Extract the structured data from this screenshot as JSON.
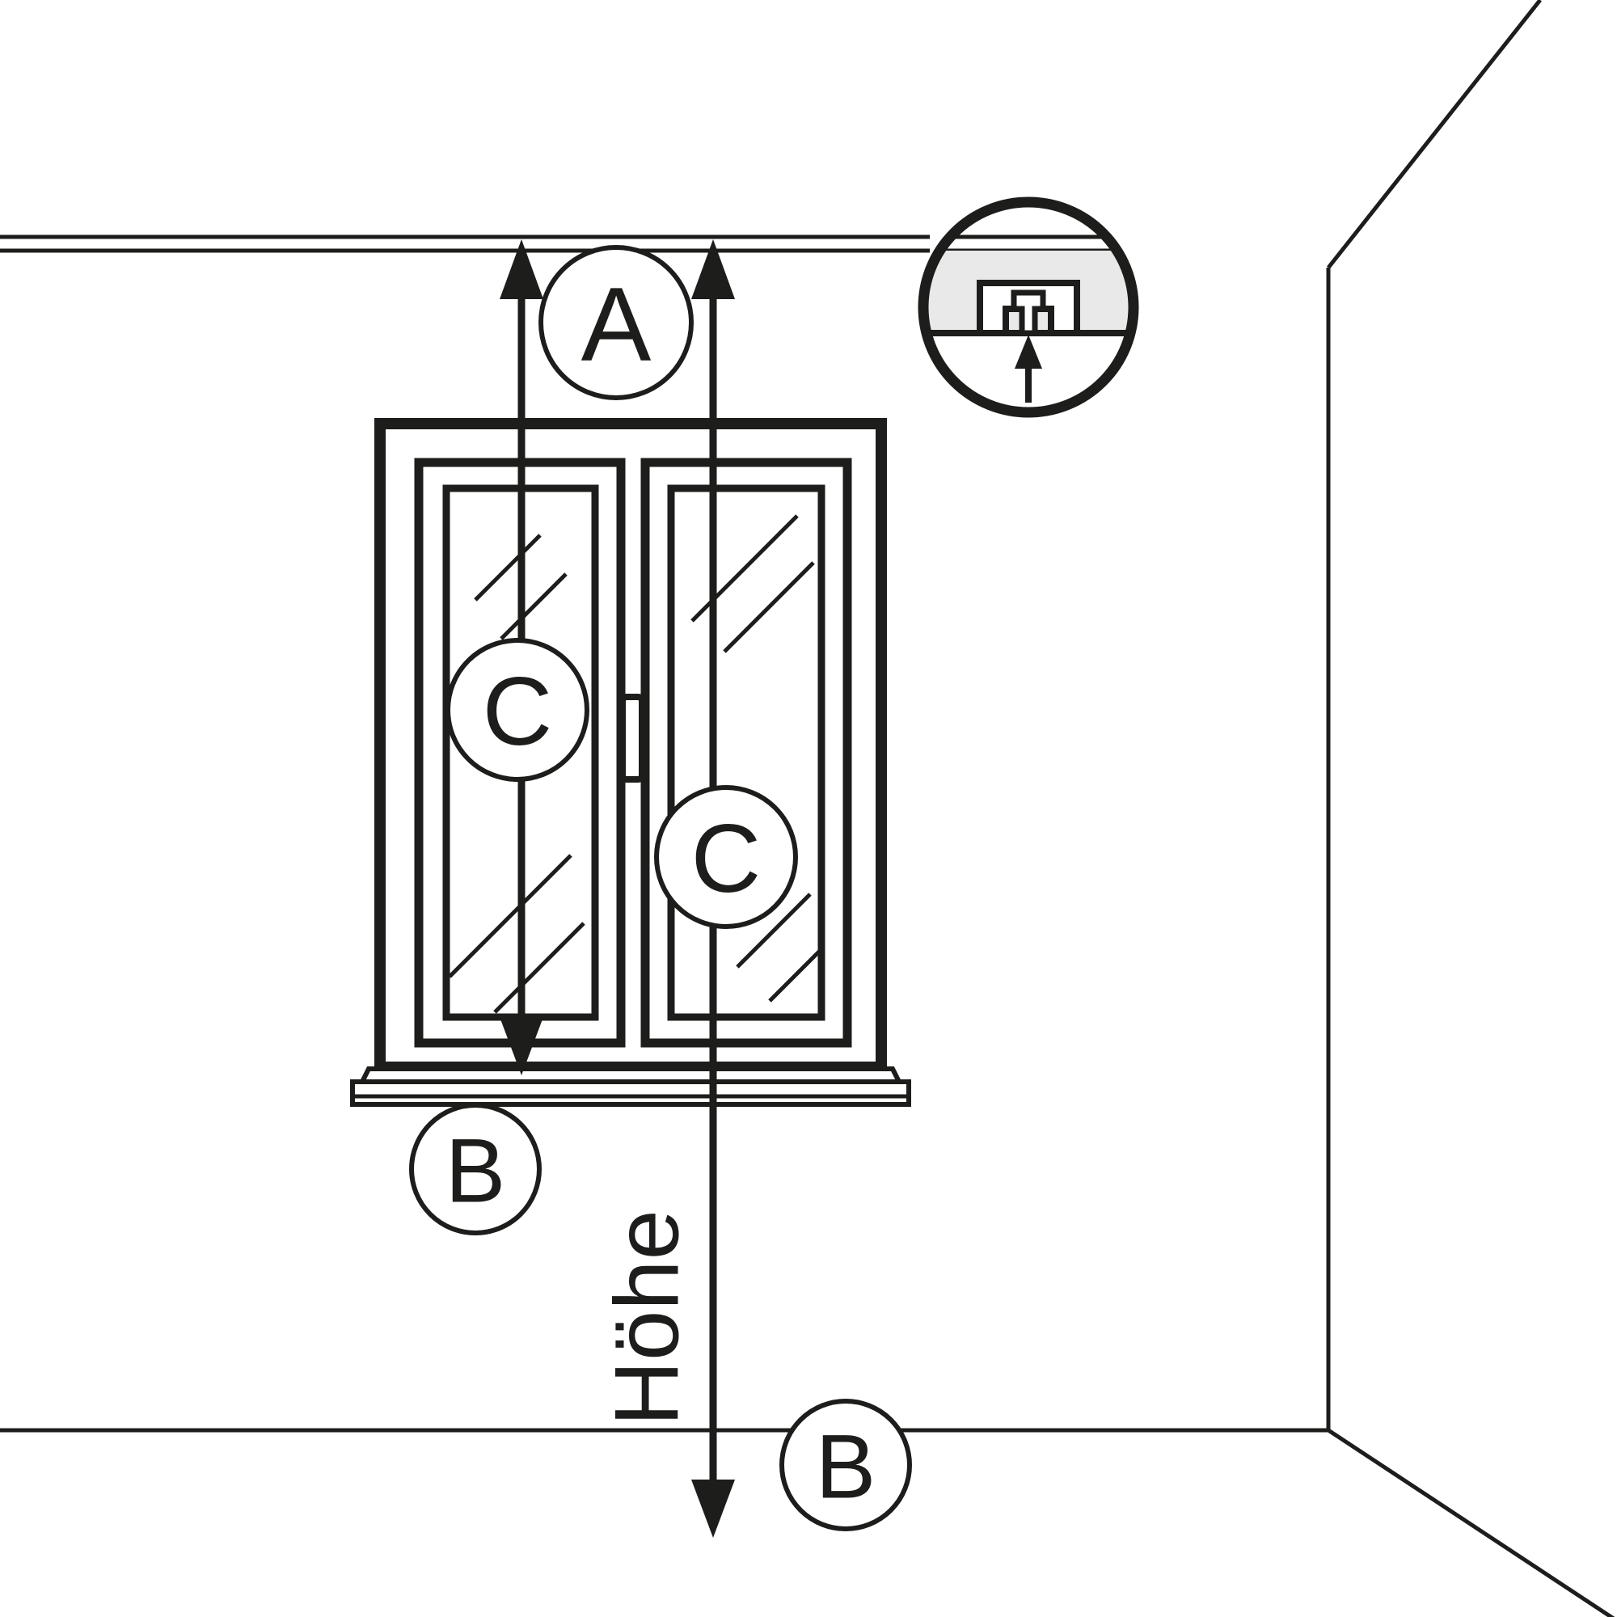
{
  "diagram": {
    "labels": {
      "a": "A",
      "c_left": "C",
      "c_right": "C",
      "b_sill": "B",
      "b_floor": "B",
      "height_axis": "Höhe"
    },
    "colors": {
      "line": "#1d1d1b",
      "background": "#ffffff",
      "inset_shade": "#e9e9e9"
    }
  }
}
